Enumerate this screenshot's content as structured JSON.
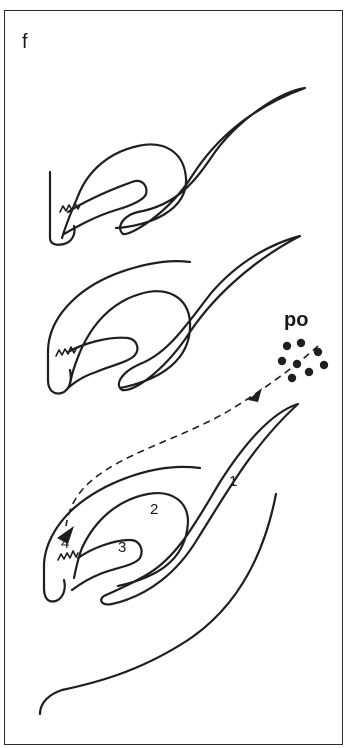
{
  "panel_label": "f",
  "stage_labels": [
    "1",
    "2",
    "3",
    "4"
  ],
  "pollen_label": "po"
}
